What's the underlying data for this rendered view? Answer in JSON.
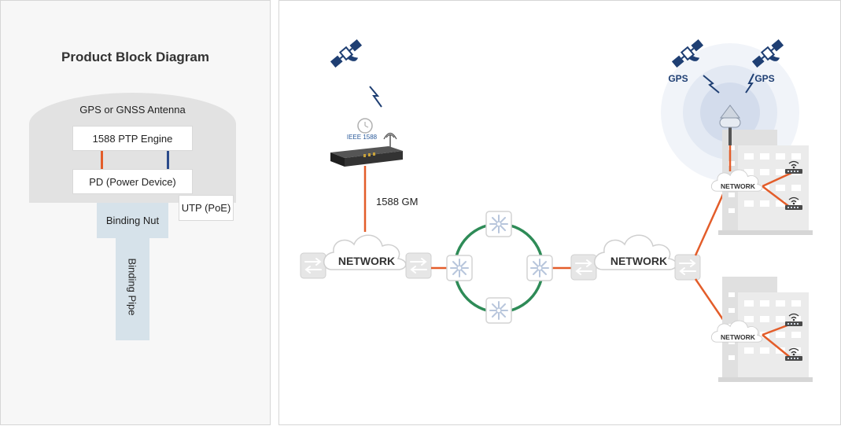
{
  "block_diagram": {
    "title": "Product Block Diagram",
    "antenna_label": "GPS or GNSS Antenna",
    "ptp_engine": "1588 PTP Engine",
    "pd_device": "PD (Power Device)",
    "utp_poe": "UTP (PoE)",
    "binding_nut": "Binding Nut",
    "binding_pipe": "Binding Pipe"
  },
  "network_diagram": {
    "device_badge": "IEEE 1588",
    "gm_label": "1588 GM",
    "gps_label_1": "GPS",
    "gps_label_2": "GPS",
    "network_label_main": "NETWORK",
    "network_label_right": "NETWORK",
    "network_label_building_top": "NETWORK",
    "network_label_building_bottom": "NETWORK"
  },
  "colors": {
    "link_orange": "#e35d2a",
    "ring_green": "#2e8b57",
    "satellite_navy": "#1f3f73",
    "pipe_blue_gray": "#d6e2ea",
    "antenna_gray": "#e2e2e2"
  }
}
